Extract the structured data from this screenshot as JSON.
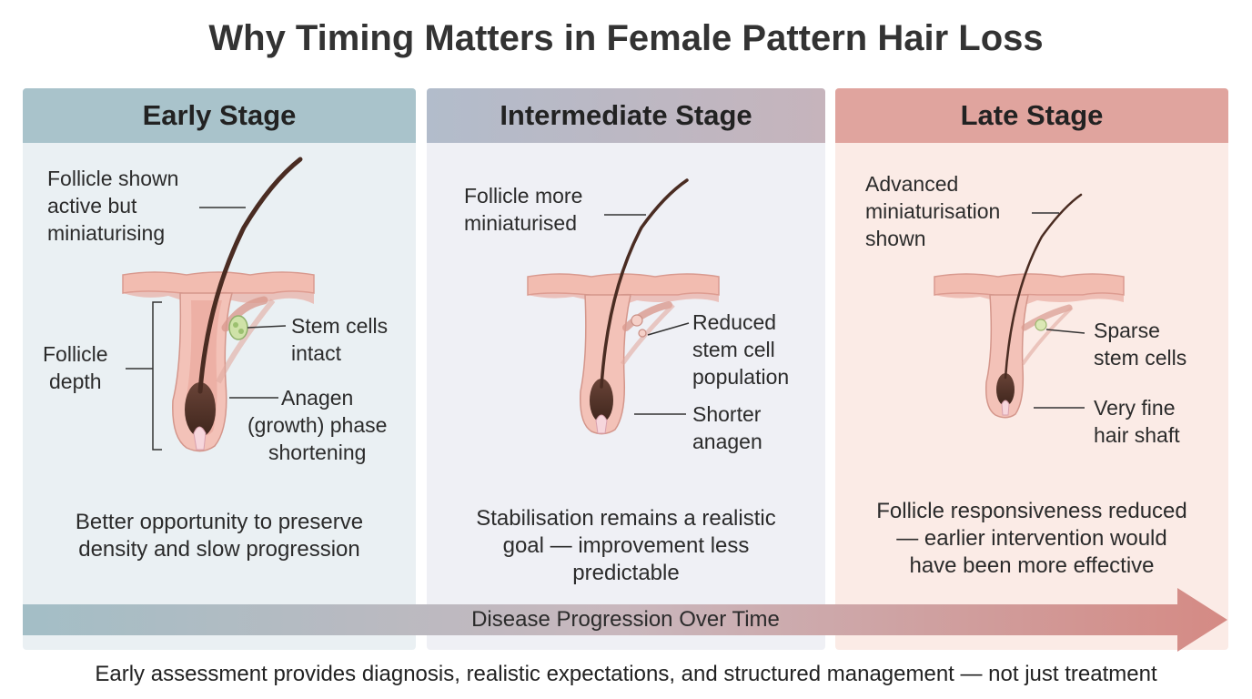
{
  "title": "Why Timing Matters in Female Pattern Hair Loss",
  "stages": [
    {
      "header": "Early Stage",
      "labels": {
        "follicle_note": [
          "Follicle shown",
          "active but",
          "miniaturising"
        ],
        "stem_cells": [
          "Stem cells",
          "intact"
        ],
        "depth": [
          "Follicle",
          "depth"
        ],
        "phase": [
          "Anagen",
          "(growth) phase",
          "shortening"
        ]
      },
      "caption": [
        "Better opportunity to preserve",
        "density and slow progression"
      ]
    },
    {
      "header": "Intermediate Stage",
      "labels": {
        "follicle_note": [
          "Follicle more",
          "miniaturised"
        ],
        "stem_cells": [
          "Reduced",
          "stem cell",
          "population"
        ],
        "phase": [
          "Shorter",
          "anagen"
        ]
      },
      "caption": [
        "Stabilisation remains a realistic",
        "goal — improvement less",
        "predictable"
      ]
    },
    {
      "header": "Late Stage",
      "labels": {
        "follicle_note": [
          "Advanced",
          "miniaturisation",
          "shown"
        ],
        "stem_cells": [
          "Sparse",
          "stem cells"
        ],
        "shaft": [
          "Very fine",
          "hair shaft"
        ]
      },
      "caption": [
        "Follicle responsiveness reduced",
        "— earlier intervention would",
        "have been more effective"
      ]
    }
  ],
  "progression_label": "Disease Progression Over Time",
  "footer": "Early assessment provides diagnosis, realistic expectations, and structured management — not just treatment",
  "colors": {
    "early_header": "#a9c3cb",
    "intermediate_header": "#bcb8c4",
    "late_header": "#e0a49e",
    "arrow_start": "#a3bec6",
    "arrow_end": "#d58a84",
    "skin": "#f0b4a9",
    "hair": "#4a2c22"
  }
}
